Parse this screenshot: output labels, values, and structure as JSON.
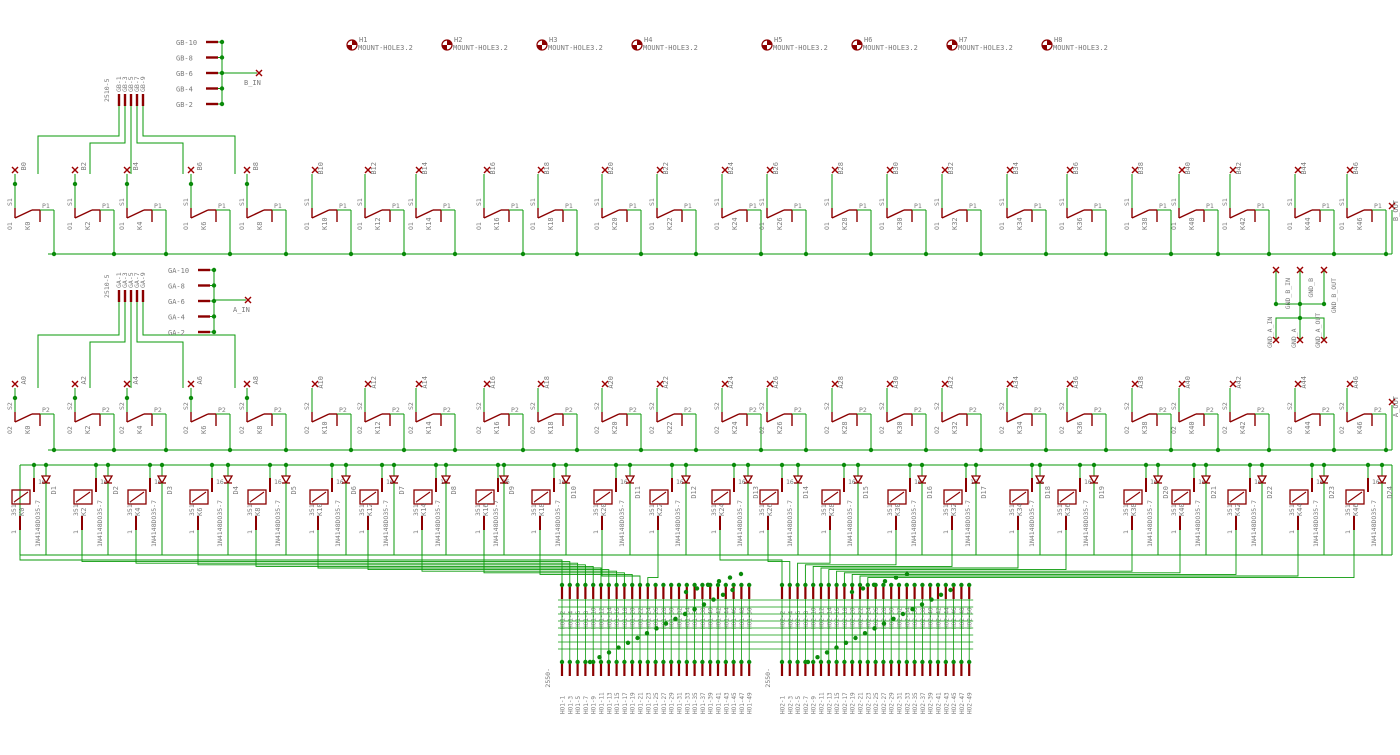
{
  "colors": {
    "background": "#ffffff",
    "wire": "#0a9a0a",
    "junction": "#0a8a0a",
    "symbol": "#8b0000",
    "text": "#7a7a7a",
    "nc_mark": "#9c0000"
  },
  "gb_header": {
    "part": "2510-5",
    "pins_top": [
      "GB-1",
      "GB-3",
      "GB-5",
      "GB-7",
      "GB-9"
    ],
    "pins_right": [
      "GB-10",
      "GB-8",
      "GB-6",
      "GB-4",
      "GB-2"
    ],
    "net": "B_IN"
  },
  "ga_header": {
    "part": "2510-5",
    "pins_top": [
      "GA-1",
      "GA-3",
      "GA-5",
      "GA-7",
      "GA-9"
    ],
    "pins_right": [
      "GA-10",
      "GA-8",
      "GA-6",
      "GA-4",
      "GA-2"
    ],
    "net": "A_IN"
  },
  "mount_holes": [
    {
      "ref": "H1",
      "value": "MOUNT-HOLE3.2"
    },
    {
      "ref": "H2",
      "value": "MOUNT-HOLE3.2"
    },
    {
      "ref": "H3",
      "value": "MOUNT-HOLE3.2"
    },
    {
      "ref": "H4",
      "value": "MOUNT-HOLE3.2"
    },
    {
      "ref": "H5",
      "value": "MOUNT-HOLE3.2"
    },
    {
      "ref": "H6",
      "value": "MOUNT-HOLE3.2"
    },
    {
      "ref": "H7",
      "value": "MOUNT-HOLE3.2"
    },
    {
      "ref": "H8",
      "value": "MOUNT-HOLE3.2"
    }
  ],
  "relays_b": [
    "K0",
    "K2",
    "K4",
    "K6",
    "K8",
    "K10",
    "K12",
    "K14",
    "K16",
    "K18",
    "K20",
    "K22",
    "K24",
    "K26",
    "K28",
    "K30",
    "K32",
    "K34",
    "K36",
    "K38",
    "K40",
    "K42",
    "K44",
    "K46"
  ],
  "b_nets": [
    "B0",
    "B2",
    "B4",
    "B6",
    "B8",
    "B10",
    "B12",
    "B14",
    "B16",
    "B18",
    "B20",
    "B22",
    "B24",
    "B26",
    "B28",
    "B30",
    "B32",
    "B34",
    "B36",
    "B38",
    "B40",
    "B42",
    "B44",
    "B46"
  ],
  "a_nets": [
    "A0",
    "A2",
    "A4",
    "A6",
    "A8",
    "A10",
    "A12",
    "A14",
    "A16",
    "A18",
    "A20",
    "A22",
    "A24",
    "A26",
    "A28",
    "A30",
    "A32",
    "A34",
    "A36",
    "A38",
    "A40",
    "A42",
    "A44",
    "A46"
  ],
  "contact_labels": {
    "s1": "S1",
    "p1": "P1",
    "o1": "O1",
    "s2": "S2",
    "p2": "P2",
    "o2": "O2"
  },
  "b_out": "B_OUT",
  "a_out": "A_OUT",
  "gnd_labels": [
    "GND_B_IN",
    "GND_B",
    "GND_B_OUT",
    "GND_A_IN",
    "GND_A",
    "GND_A_OUT"
  ],
  "coils": [
    "K0",
    "K2",
    "K4",
    "K6",
    "K8",
    "K10",
    "K12",
    "K14",
    "K16",
    "K18",
    "K20",
    "K22",
    "K24",
    "K26",
    "K28",
    "K30",
    "K32",
    "K34",
    "K36",
    "K38",
    "K40",
    "K42",
    "K44",
    "K46"
  ],
  "coil_part": "351-",
  "coil_pin_1": "1",
  "coil_pin_16": "16",
  "diodes": [
    "D1",
    "D2",
    "D3",
    "D4",
    "D5",
    "D6",
    "D7",
    "D8",
    "D9",
    "D10",
    "D11",
    "D12",
    "D13",
    "D14",
    "D15",
    "D16",
    "D17",
    "D18",
    "D19",
    "D20",
    "D21",
    "D22",
    "D23",
    "D24"
  ],
  "diode_part": "1N4148DO35-7",
  "ho1_pins_top": [
    "HO1-2",
    "HO1-4",
    "HO1-6",
    "HO1-8",
    "HO1-10",
    "HO1-12",
    "HO1-14",
    "HO1-16",
    "HO1-18",
    "HO1-20",
    "HO1-22",
    "HO1-24",
    "HO1-26",
    "HO1-28",
    "HO1-30",
    "HO1-32",
    "HO1-34",
    "HO1-36",
    "HO1-38",
    "HO1-40",
    "HO1-42",
    "HO1-44",
    "HO1-46",
    "HO1-48",
    "HO1-50"
  ],
  "ho1_pins_bottom": [
    "HO1-1",
    "HO1-3",
    "HO1-5",
    "HO1-7",
    "HO1-9",
    "HO1-11",
    "HO1-13",
    "HO1-15",
    "HO1-17",
    "HO1-19",
    "HO1-21",
    "HO1-23",
    "HO1-25",
    "HO1-27",
    "HO1-29",
    "HO1-31",
    "HO1-33",
    "HO1-35",
    "HO1-37",
    "HO1-39",
    "HO1-41",
    "HO1-43",
    "HO1-45",
    "HO1-47",
    "HO1-49"
  ],
  "ho2_pins_top": [
    "HO2-2",
    "HO2-4",
    "HO2-6",
    "HO2-8",
    "HO2-10",
    "HO2-12",
    "HO2-14",
    "HO2-16",
    "HO2-18",
    "HO2-20",
    "HO2-22",
    "HO2-24",
    "HO2-26",
    "HO2-28",
    "HO2-30",
    "HO2-32",
    "HO2-34",
    "HO2-36",
    "HO2-38",
    "HO2-40",
    "HO2-42",
    "HO2-44",
    "HO2-46",
    "HO2-48",
    "HO2-50"
  ],
  "ho2_pins_bottom": [
    "HO2-1",
    "HO2-3",
    "HO2-5",
    "HO2-7",
    "HO2-9",
    "HO2-11",
    "HO2-13",
    "HO2-15",
    "HO2-17",
    "HO2-19",
    "HO2-21",
    "HO2-23",
    "HO2-25",
    "HO2-27",
    "HO2-29",
    "HO2-31",
    "HO2-33",
    "HO2-35",
    "HO2-37",
    "HO2-39",
    "HO2-41",
    "HO2-43",
    "HO2-45",
    "HO2-47",
    "HO2-49"
  ],
  "header_part": "2550-"
}
